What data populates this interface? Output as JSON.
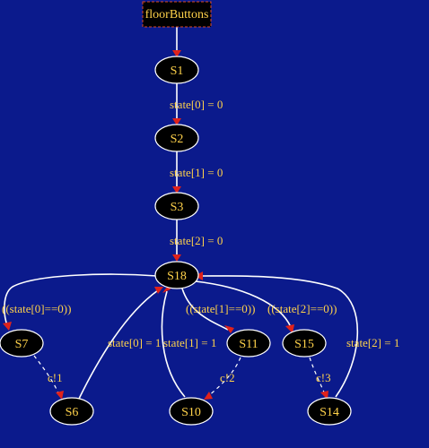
{
  "diagram": {
    "start_node": {
      "id": "start",
      "label": "floorButtons"
    },
    "nodes": [
      {
        "id": "S1",
        "label": "S1"
      },
      {
        "id": "S2",
        "label": "S2"
      },
      {
        "id": "S3",
        "label": "S3"
      },
      {
        "id": "S18",
        "label": "S18"
      },
      {
        "id": "S7",
        "label": "S7"
      },
      {
        "id": "S11",
        "label": "S11"
      },
      {
        "id": "S15",
        "label": "S15"
      },
      {
        "id": "S6",
        "label": "S6"
      },
      {
        "id": "S10",
        "label": "S10"
      },
      {
        "id": "S14",
        "label": "S14"
      }
    ],
    "edges": [
      {
        "id": "e_start_s1",
        "from": "start",
        "to": "S1",
        "label": ""
      },
      {
        "id": "e_s1_s2",
        "from": "S1",
        "to": "S2",
        "label": "state[0] = 0"
      },
      {
        "id": "e_s2_s3",
        "from": "S2",
        "to": "S3",
        "label": "state[1] = 0"
      },
      {
        "id": "e_s3_s18",
        "from": "S3",
        "to": "S18",
        "label": "state[2] = 0"
      },
      {
        "id": "e_s18_s7",
        "from": "S18",
        "to": "S7",
        "label": "((state[0]==0))"
      },
      {
        "id": "e_s18_s11",
        "from": "S18",
        "to": "S11",
        "label": "((state[1]==0))"
      },
      {
        "id": "e_s18_s15",
        "from": "S18",
        "to": "S15",
        "label": "((state[2]==0))"
      },
      {
        "id": "e_s7_s6",
        "from": "S7",
        "to": "S6",
        "label": "c!1"
      },
      {
        "id": "e_s11_s10",
        "from": "S11",
        "to": "S10",
        "label": "c!2"
      },
      {
        "id": "e_s15_s14",
        "from": "S15",
        "to": "S14",
        "label": "c!3"
      },
      {
        "id": "e_s6_s18",
        "from": "S6",
        "to": "S18",
        "label": "state[0] = 1"
      },
      {
        "id": "e_s10_s18",
        "from": "S10",
        "to": "S18",
        "label": "state[1] = 1"
      },
      {
        "id": "e_s14_s18",
        "from": "S14",
        "to": "S18",
        "label": "state[2] = 1"
      }
    ]
  },
  "colors": {
    "background": "#0b1a8c",
    "node_fill": "#000000",
    "text": "#ffd24a",
    "edge": "#ffffff",
    "arrowhead": "#e0221b"
  }
}
